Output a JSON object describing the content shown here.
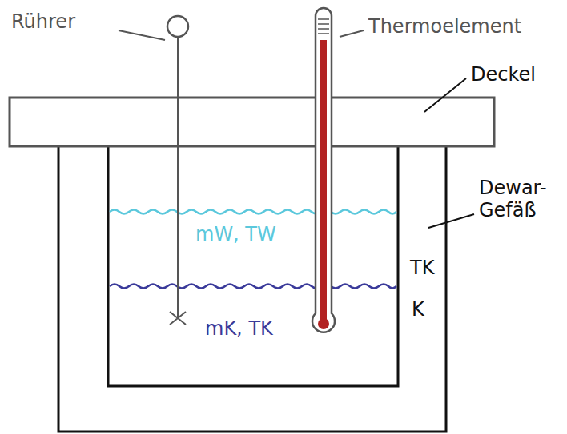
{
  "diagram": {
    "labels": [
      "Rührer",
      "Thermoelement",
      "Deckel",
      "Dewar- Gefäß",
      "mW, TW",
      "mK, TK",
      "TK",
      "K"
    ]
  }
}
